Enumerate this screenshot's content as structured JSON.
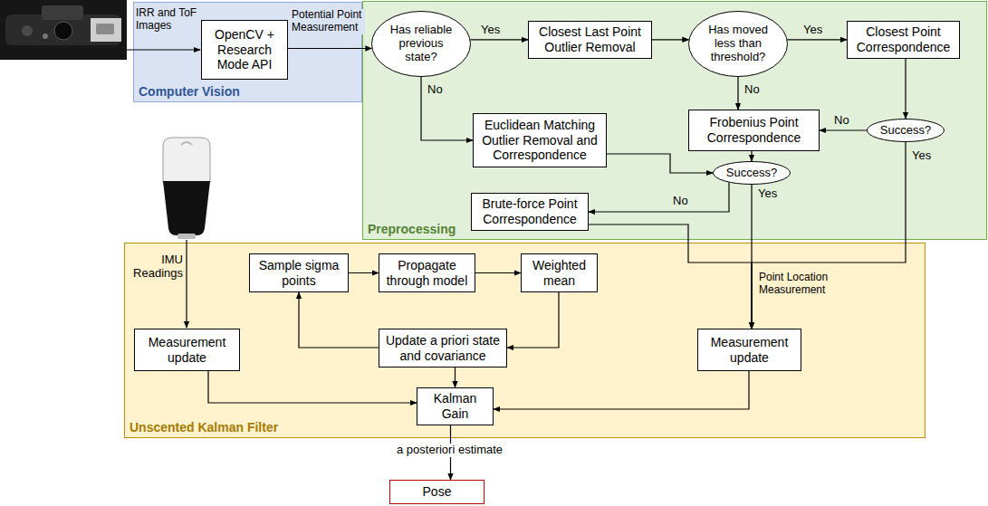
{
  "diagram": {
    "nodes": [
      {
        "text": [
          "Computer Vision"
        ]
      },
      {
        "text": [
          "OpenCV + Research Mode API"
        ],
        "in": 0
      },
      {
        "text": [
          "Preprocessing"
        ]
      },
      {
        "text": [
          "Has reliable previous state?"
        ],
        "in": 2
      },
      {
        "text": [
          "Closest Last Point Outlier Removal"
        ],
        "in": 2
      },
      {
        "text": [
          "Has moved less than threshold?"
        ],
        "in": 2
      },
      {
        "text": [
          "Closest Point Correspondence"
        ],
        "in": 2
      },
      {
        "text": [
          "Euclidean Matching Outlier Removal and Correspondence"
        ],
        "in": 2
      },
      {
        "text": [
          "Frobenius Point Correspondence"
        ],
        "in": 2
      },
      {
        "text": [
          "Success?"
        ],
        "in": 2
      },
      {
        "text": [
          "Brute-force Point Correspondence"
        ],
        "in": 2
      },
      {
        "text": [
          "Success?"
        ],
        "in": 2
      },
      {
        "text": [
          "Unscented Kalman Filter"
        ]
      },
      {
        "text": [
          "Sample sigma points"
        ],
        "in": 12
      },
      {
        "text": [
          "Propagate through model"
        ],
        "in": 12
      },
      {
        "text": [
          "Weighted mean"
        ],
        "in": 12
      },
      {
        "text": [
          "Measurement update"
        ],
        "in": 12
      },
      {
        "text": [
          "Update a priori state and covariance"
        ],
        "in": 12
      },
      {
        "text": [
          "Measurement update"
        ],
        "in": 12
      },
      {
        "text": [
          "Kalman Gain"
        ],
        "in": 12
      },
      {
        "text": [
          "Pose"
        ]
      }
    ],
    "edges": [
      {
        "from": 1,
        "to": 3,
        "arrow": "to",
        "label": "Potential Point Measurement"
      },
      {
        "from": 3,
        "to": 4,
        "arrow": "to",
        "label": "Yes"
      },
      {
        "from": 4,
        "to": 5,
        "arrow": "to"
      },
      {
        "from": 5,
        "to": 6,
        "arrow": "to",
        "label": "Yes"
      },
      {
        "from": 3,
        "to": 7,
        "arrow": "to",
        "label": "No"
      },
      {
        "from": 5,
        "to": 8,
        "arrow": "to",
        "label": "No"
      },
      {
        "from": 6,
        "to": 9,
        "arrow": "to"
      },
      {
        "from": 9,
        "to": 8,
        "arrow": "to",
        "label": "No"
      },
      {
        "from": 8,
        "to": 11,
        "arrow": "to"
      },
      {
        "from": 7,
        "to": 11,
        "arrow": "to"
      },
      {
        "from": 11,
        "to": 10,
        "arrow": "to",
        "label": "No"
      },
      {
        "from": 11,
        "to": 18,
        "arrow": "to",
        "label": "Yes"
      },
      {
        "from": 10,
        "to": 18,
        "arrow": "to"
      },
      {
        "from": 9,
        "to": 18,
        "arrow": "to",
        "label": "Yes"
      },
      {
        "from": 13,
        "to": 14,
        "arrow": "to"
      },
      {
        "from": 14,
        "to": 15,
        "arrow": "to"
      },
      {
        "from": 15,
        "to": 17,
        "arrow": "to"
      },
      {
        "from": 17,
        "to": 13,
        "arrow": "to"
      },
      {
        "from": 16,
        "to": 19,
        "arrow": "to"
      },
      {
        "from": 17,
        "to": 19,
        "arrow": "to"
      },
      {
        "from": 18,
        "to": 19,
        "arrow": "to"
      },
      {
        "from": 19,
        "to": 20,
        "arrow": "to",
        "label": "a posteriori estimate"
      }
    ],
    "labels": [
      "IRR and ToF Images",
      "IMU Readings",
      "Point Location Measurement"
    ]
  }
}
